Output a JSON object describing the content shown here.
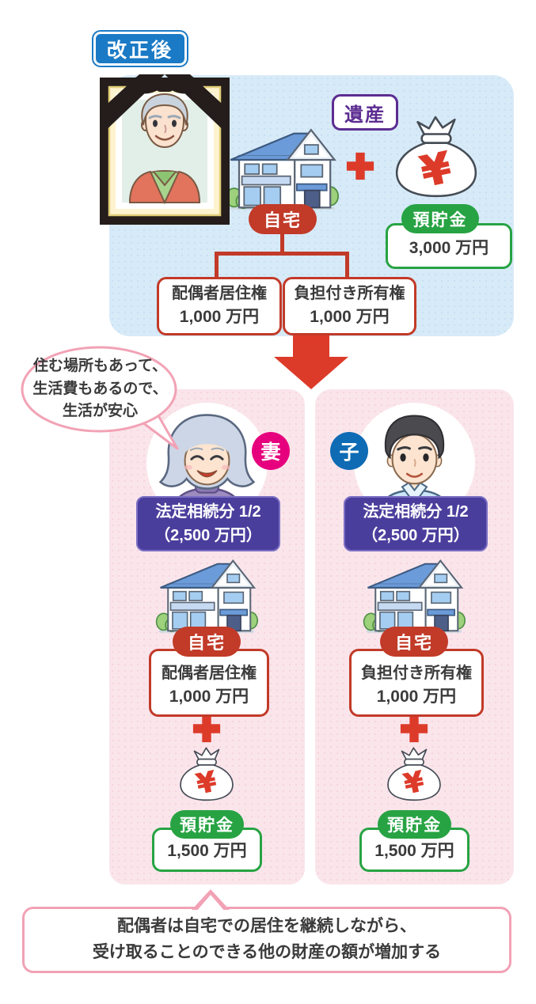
{
  "title_badge": "改正後",
  "estate": {
    "legend": "遺産",
    "home_label": "自宅",
    "savings_label": "預貯金",
    "savings_amount": "3,000 万円",
    "residence_right": {
      "title": "配偶者居住権",
      "amount": "1,000 万円"
    },
    "burdened_ownership": {
      "title": "負担付き所有権",
      "amount": "1,000 万円"
    }
  },
  "bubble": {
    "line1": "住む場所もあって、",
    "line2": "生活費もあるので、",
    "line3": "生活が安心"
  },
  "heirs": {
    "wife": {
      "role": "妻",
      "share_title": "法定相続分 1/2",
      "share_amount": "（2,500 万円）",
      "home_label": "自宅",
      "right_title": "配偶者居住権",
      "right_amount": "1,000 万円",
      "savings_label": "預貯金",
      "savings_amount": "1,500 万円"
    },
    "child": {
      "role": "子",
      "share_title": "法定相続分 1/2",
      "share_amount": "（2,500 万円）",
      "home_label": "自宅",
      "right_title": "負担付き所有権",
      "right_amount": "1,000 万円",
      "savings_label": "預貯金",
      "savings_amount": "1,500 万円"
    }
  },
  "footer": {
    "line1": "配偶者は自宅での居住を継続しながら、",
    "line2": "受け取ることのできる他の財産の額が増加する"
  },
  "icons": {
    "yen_symbol": "¥"
  },
  "colors": {
    "accent_red": "#dd3b2a",
    "pill_red": "#c23a28",
    "pill_green": "#27a343",
    "badge_blue": "#1b7ac5",
    "legend_purple": "#5c2d91",
    "share_indigo": "#4a3e9d",
    "wife_badge": "#e6007e",
    "child_badge": "#0e6bb4",
    "panel_blue": "#d7eaf8",
    "panel_pink": "#fae5eb",
    "callout_pink": "#f2a2b5"
  }
}
